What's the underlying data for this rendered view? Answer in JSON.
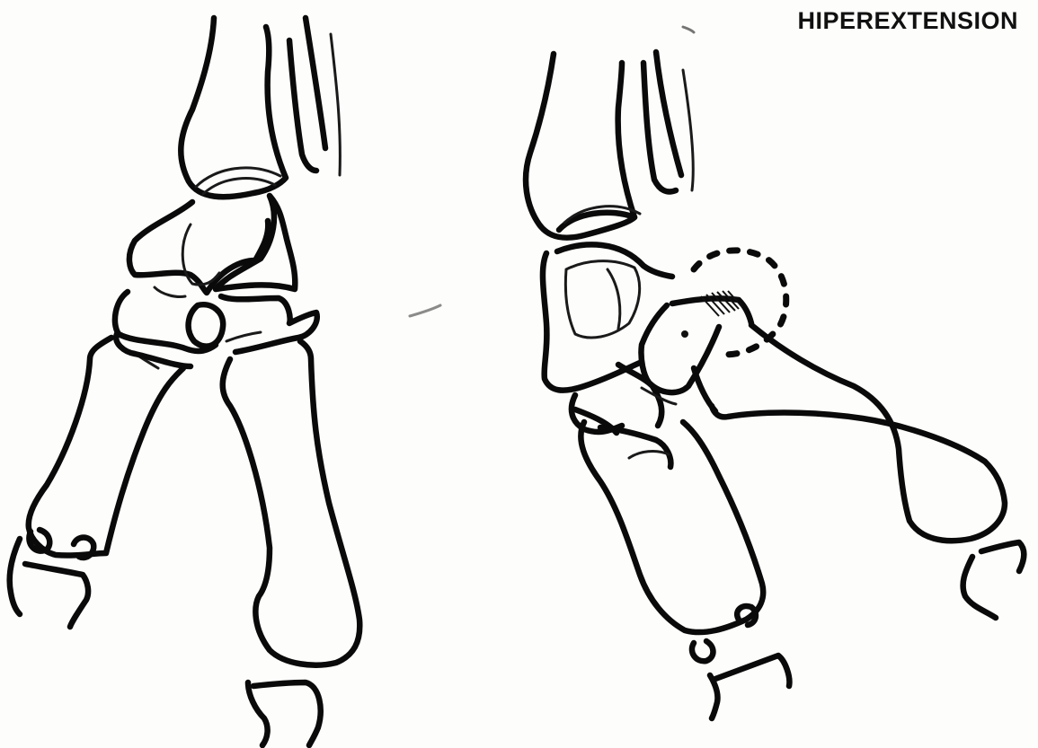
{
  "title": "HIPEREXTENSION",
  "figures": [
    {
      "name": "normal-wrist-drawing"
    },
    {
      "name": "hyperextension-wrist-drawing"
    }
  ]
}
